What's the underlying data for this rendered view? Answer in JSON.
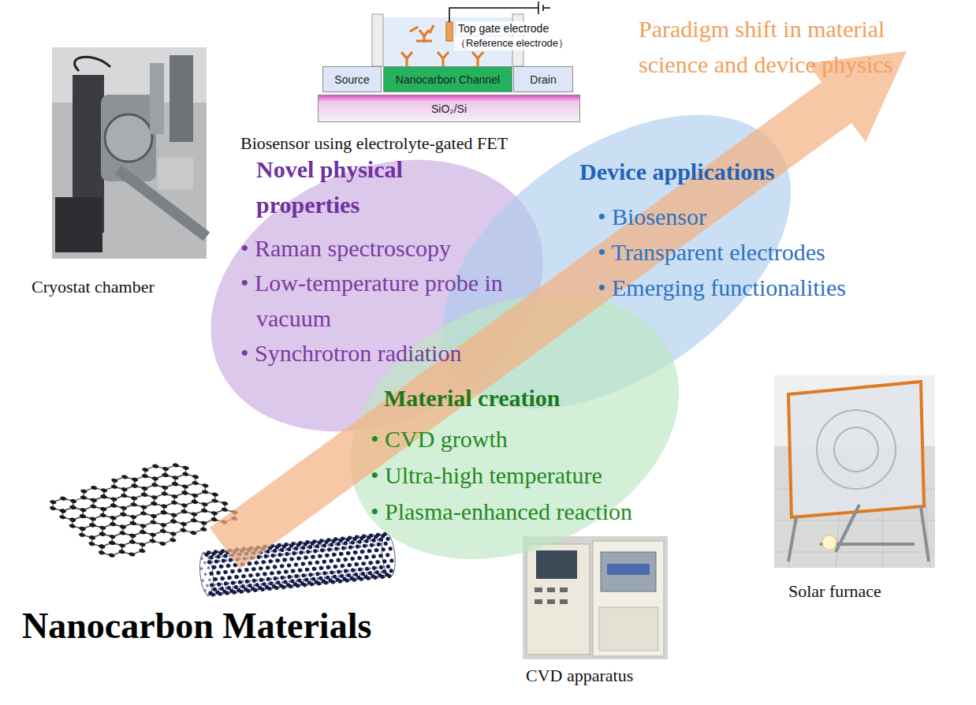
{
  "diagram": {
    "title": "Nanocarbon Materials",
    "nodes": [
      {
        "text": [
          "Source"
        ]
      },
      {
        "text": [
          "Nanocarbon Channel"
        ]
      },
      {
        "text": [
          "Drain"
        ]
      },
      {
        "text": [
          "SiO₂/Si"
        ]
      },
      {
        "text": [
          "Novel physical properties",
          "• Raman spectroscopy",
          "• Low-temperature probe in vacuum",
          "• Synchrotron radiation"
        ]
      },
      {
        "text": [
          "Device applications",
          "• Biosensor",
          "• Transparent electrodes",
          "• Emerging functionalities"
        ]
      },
      {
        "text": [
          "Material creation",
          "• CVD growth",
          "• Ultra-high temperature",
          "• Plasma-enhanced reaction"
        ]
      }
    ],
    "labels": [
      "Top gate electrode",
      "（Reference electrode）",
      "Biosensor using electrolyte-gated FET",
      "Paradigm shift in material science and device physics",
      "Cryostat chamber",
      "Solar furnace",
      "CVD apparatus"
    ]
  }
}
